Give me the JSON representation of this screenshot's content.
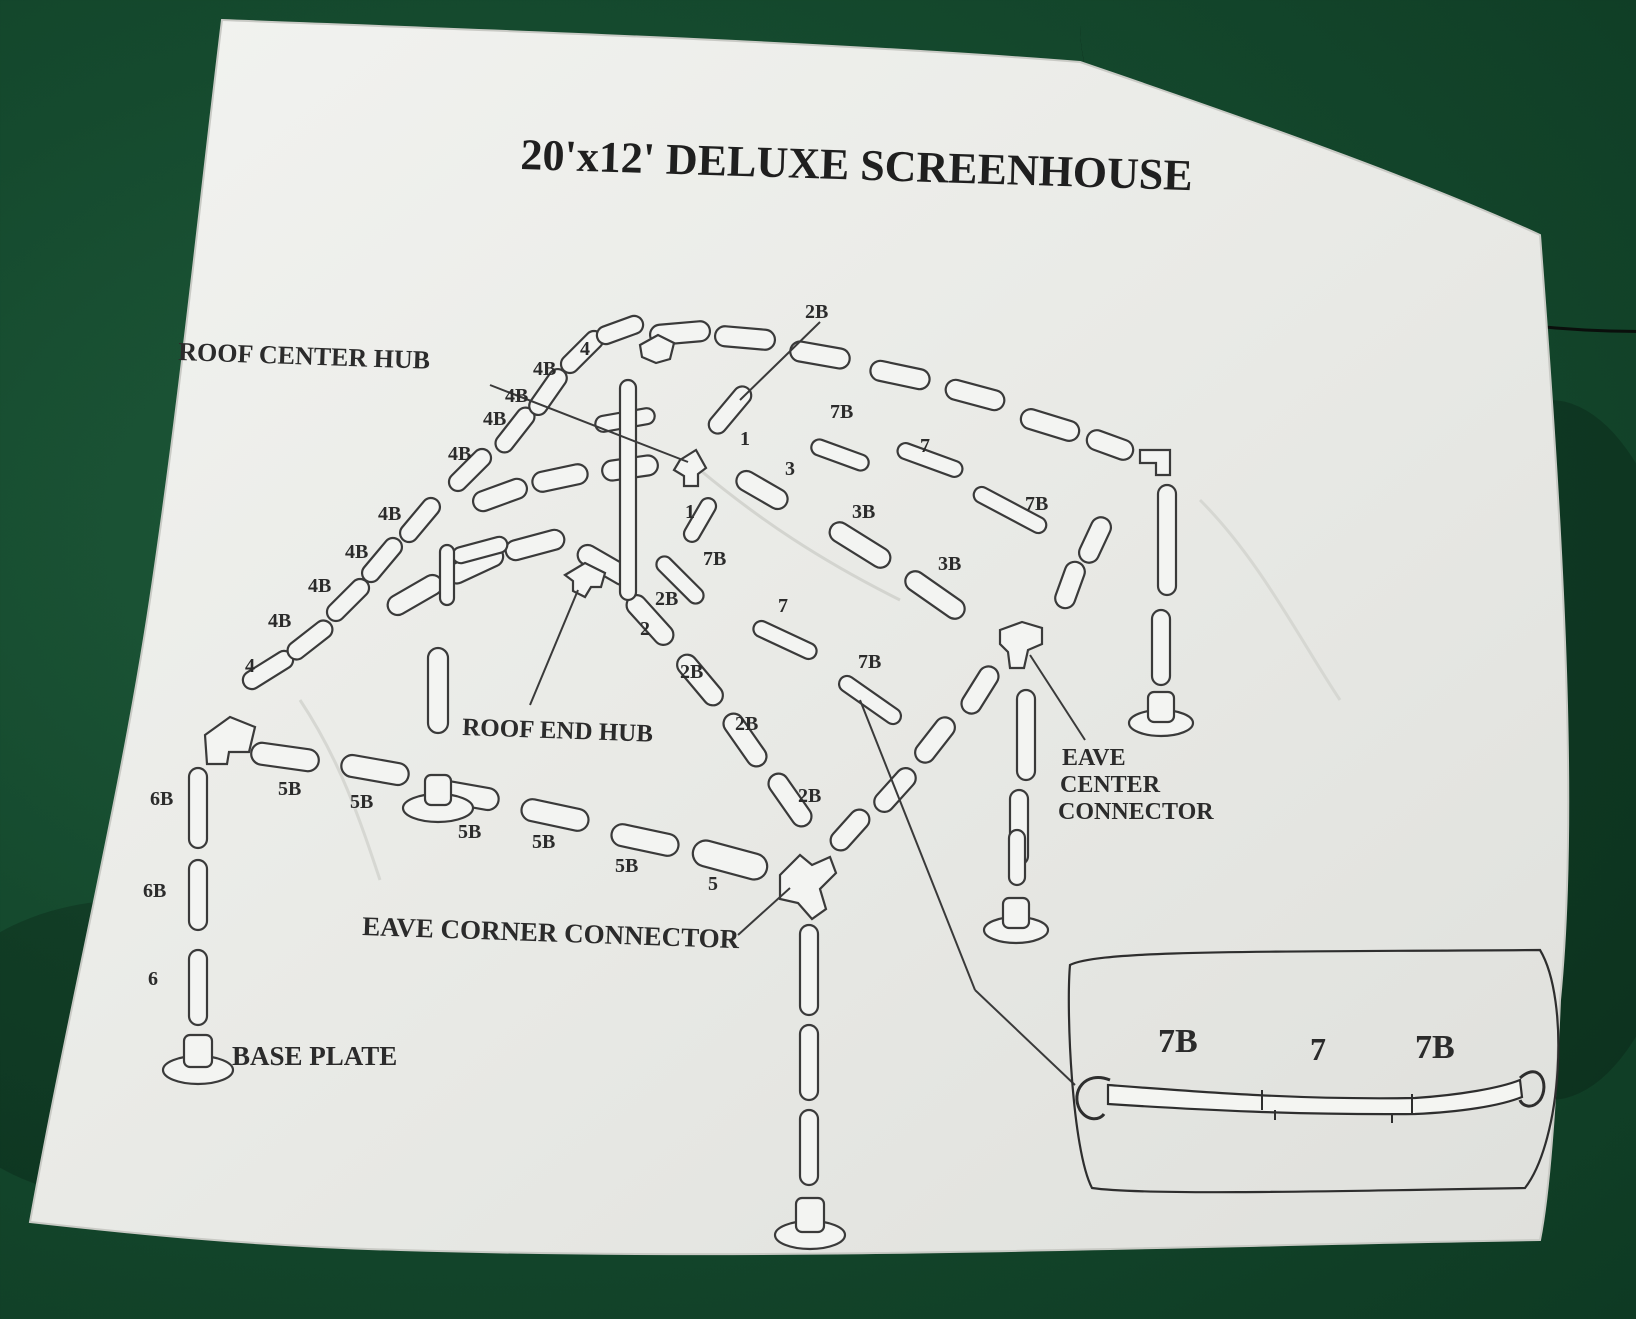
{
  "title": "20'x12' DELUXE SCREENHOUSE",
  "callouts": {
    "roof_center_hub": "ROOF CENTER HUB",
    "roof_end_hub": "ROOF END HUB",
    "eave_center_connector_1": "EAVE",
    "eave_center_connector_2": "CENTER",
    "eave_center_connector_3": "CONNECTOR",
    "eave_corner_connector": "EAVE CORNER CONNECTOR",
    "base_plate": "BASE PLATE"
  },
  "part_labels": {
    "p_4_top": "4",
    "p_4b_1": "4B",
    "p_4b_2": "4B",
    "p_4b_3": "4B",
    "p_4b_4": "4B",
    "p_4b_5": "4B",
    "p_4b_6": "4B",
    "p_4b_7": "4B",
    "p_4b_8": "4B",
    "p_4_bottom": "4",
    "p_2b_top": "2B",
    "p_7b_1": "7B",
    "p_1_a": "1",
    "p_7_a": "7",
    "p_3": "3",
    "p_7b_2": "7B",
    "p_1_b": "1",
    "p_3b_1": "3B",
    "p_3b_2": "3B",
    "p_7b_3": "7B",
    "p_2b_a": "2B",
    "p_7_b": "7",
    "p_2": "2",
    "p_7b_4": "7B",
    "p_2b_b": "2B",
    "p_2b_c": "2B",
    "p_2b_d": "2B",
    "p_6b_1": "6B",
    "p_5b_1": "5B",
    "p_5b_2": "5B",
    "p_6b_2": "6B",
    "p_5b_3": "5B",
    "p_5b_4": "5B",
    "p_5b_5": "5B",
    "p_5": "5",
    "p_6": "6"
  },
  "inset": {
    "left_label": "7B",
    "middle_label": "7",
    "right_label": "7B"
  },
  "colors": {
    "bag_green": "#154a2e",
    "paper": "#eeefeb",
    "ink": "#2b2b2b"
  }
}
